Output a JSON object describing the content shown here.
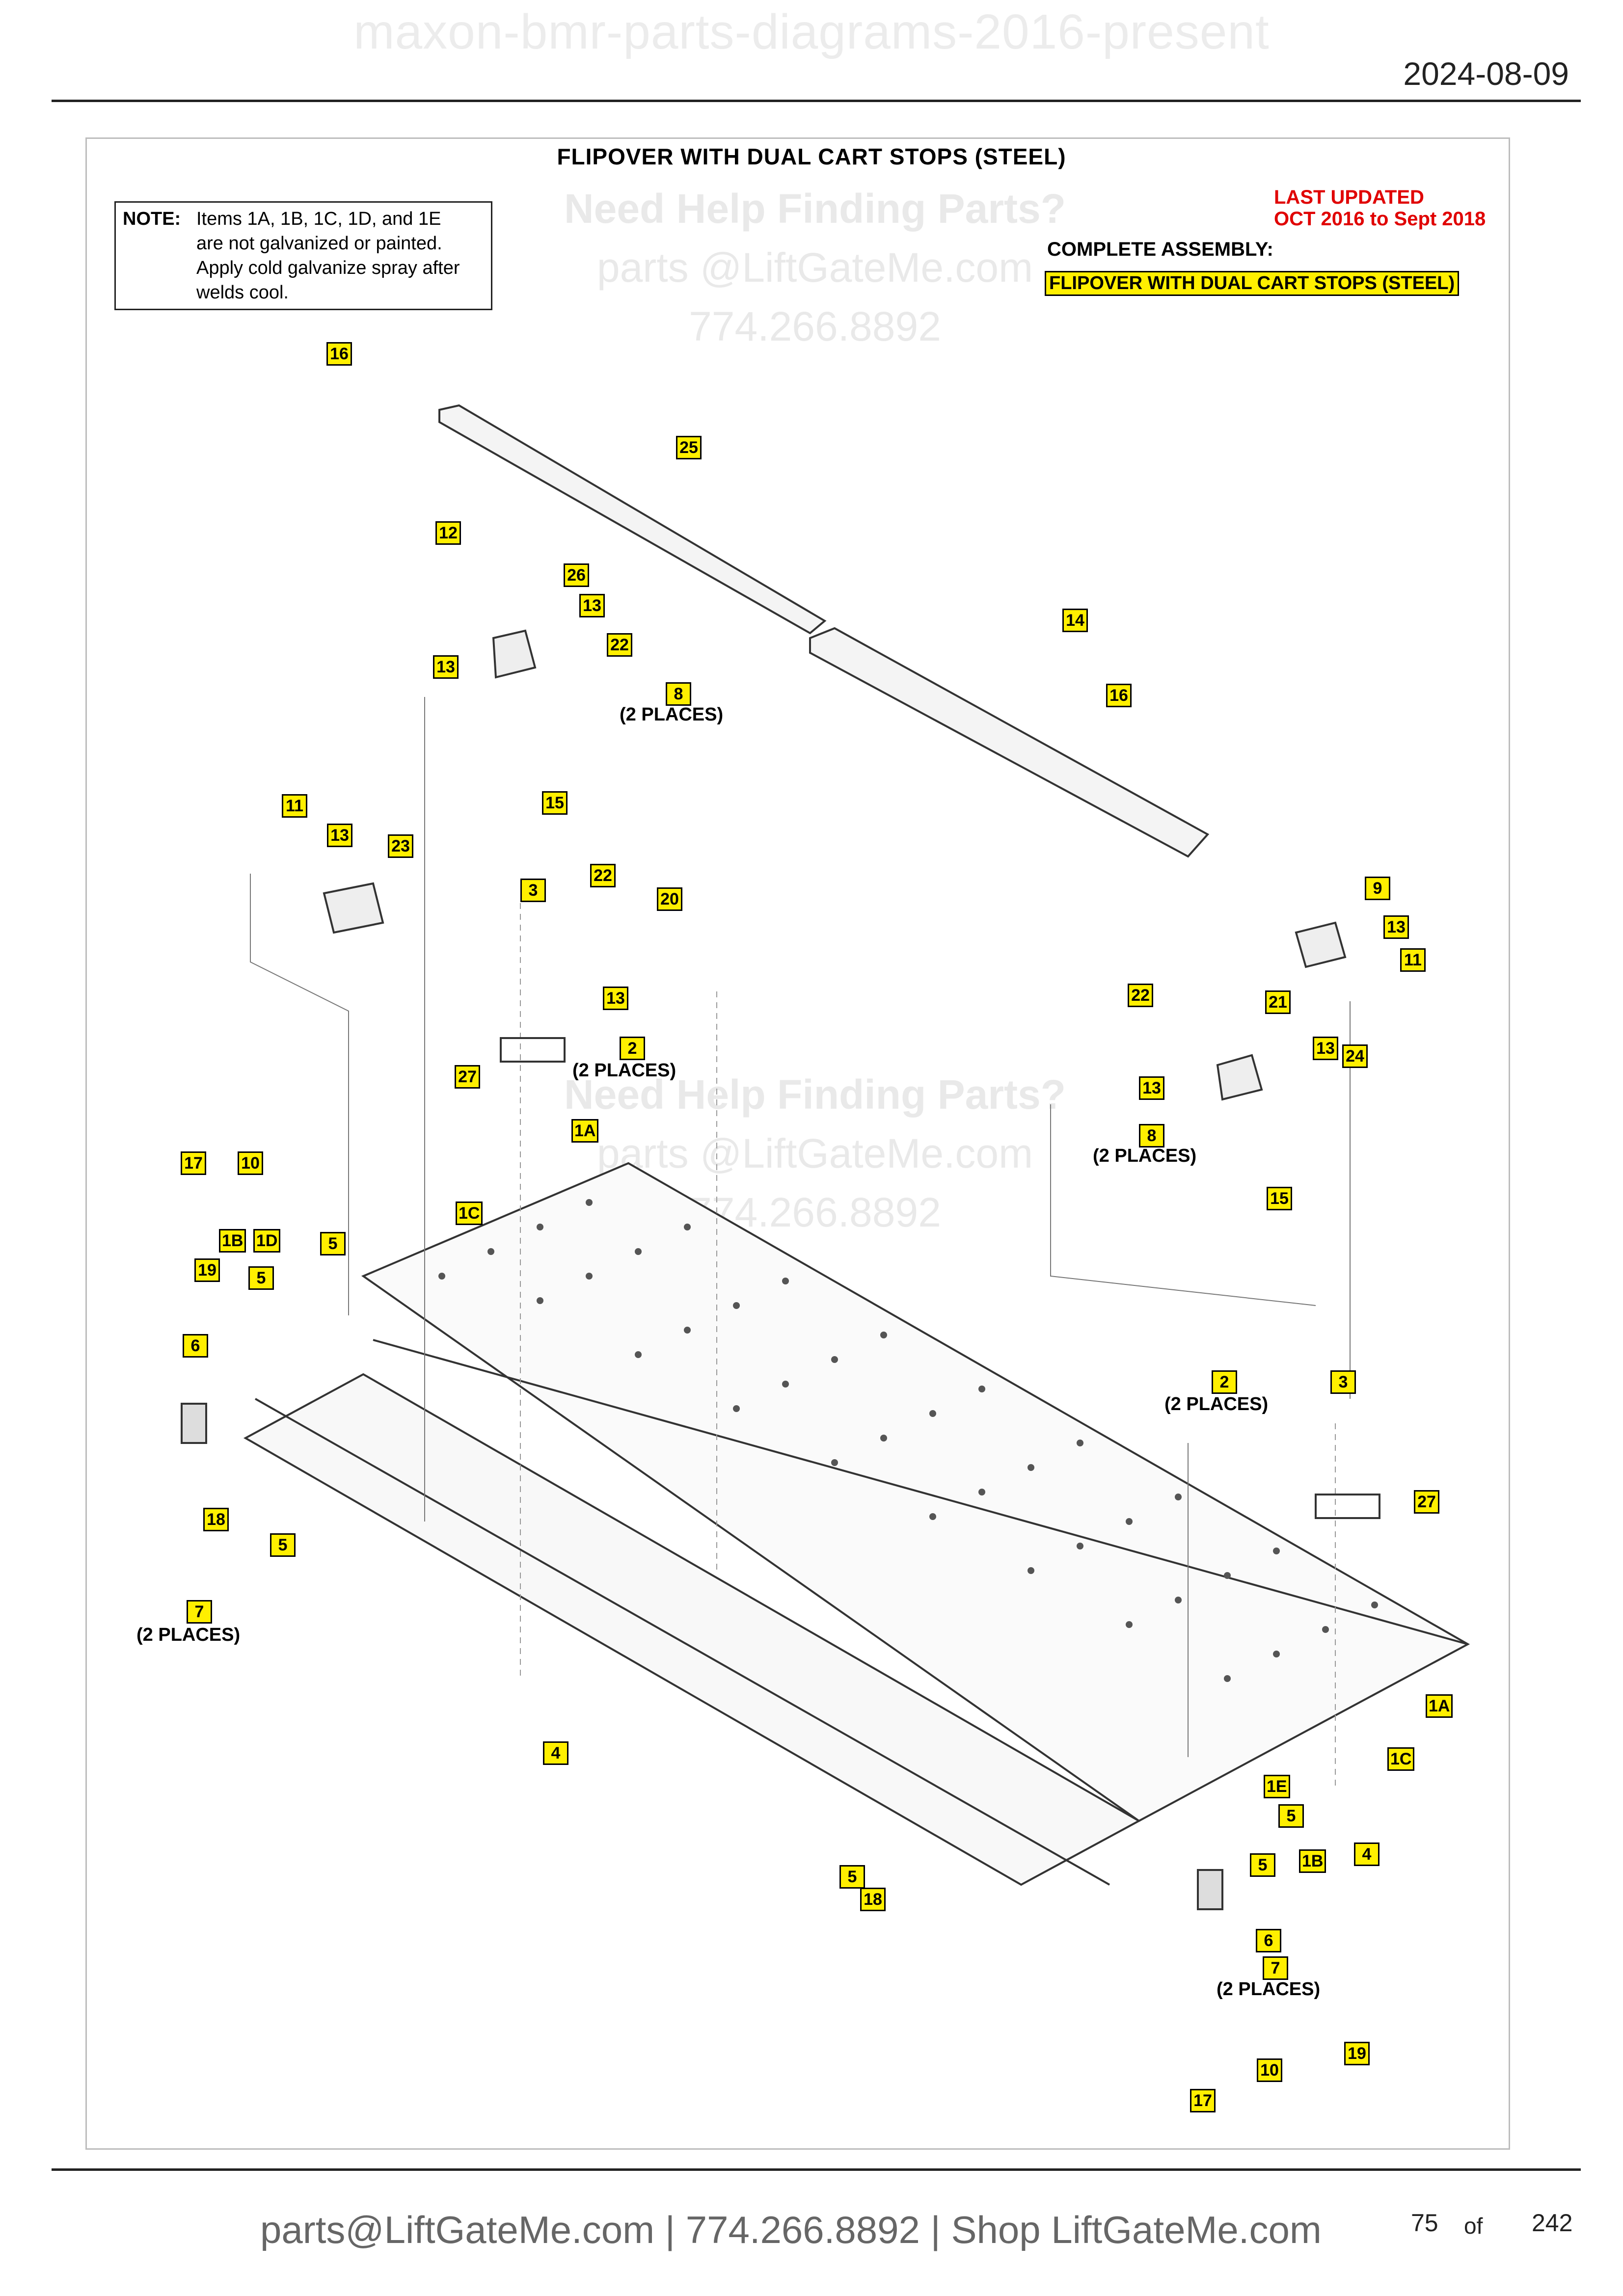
{
  "header": {
    "watermark": "maxon-bmr-parts-diagrams-2016-present",
    "date": "2024-08-09"
  },
  "diagram": {
    "title": "FLIPOVER WITH DUAL CART STOPS (STEEL)",
    "note_label": "NOTE:",
    "note_lines": [
      "Items 1A, 1B, 1C, 1D, and 1E",
      "are not galvanized or painted.",
      "Apply cold galvanize spray after",
      "welds cool."
    ],
    "help_heading": "Need Help Finding Parts?",
    "help_email": "parts @LiftGateMe.com",
    "help_phone": "774.266.8892",
    "last_updated_label": "LAST UPDATED",
    "last_updated_range": "OCT 2016 to Sept 2018",
    "complete_assembly_label": "COMPLETE ASSEMBLY:",
    "complete_assembly_name": "FLIPOVER WITH DUAL CART STOPS (STEEL)",
    "callouts": [
      "16",
      "25",
      "12",
      "26",
      "13",
      "22",
      "13",
      "8",
      "15",
      "14",
      "16",
      "11",
      "13",
      "23",
      "3",
      "22",
      "20",
      "13",
      "2",
      "27",
      "9",
      "13",
      "11",
      "22",
      "21",
      "13",
      "24",
      "13",
      "8",
      "15",
      "1A",
      "1C",
      "17",
      "10",
      "1B",
      "1D",
      "5",
      "19",
      "5",
      "6",
      "18",
      "5",
      "7",
      "2",
      "3",
      "27",
      "4",
      "1A",
      "1C",
      "1E",
      "5",
      "1B",
      "5",
      "4",
      "5",
      "18",
      "6",
      "7",
      "19",
      "10",
      "17"
    ],
    "places_text": "(2 PLACES)"
  },
  "footer": {
    "contact": "parts@LiftGateMe.com | 774.266.8892 | Shop LiftGateMe.com",
    "page": "75",
    "of": "of",
    "total": "242"
  }
}
